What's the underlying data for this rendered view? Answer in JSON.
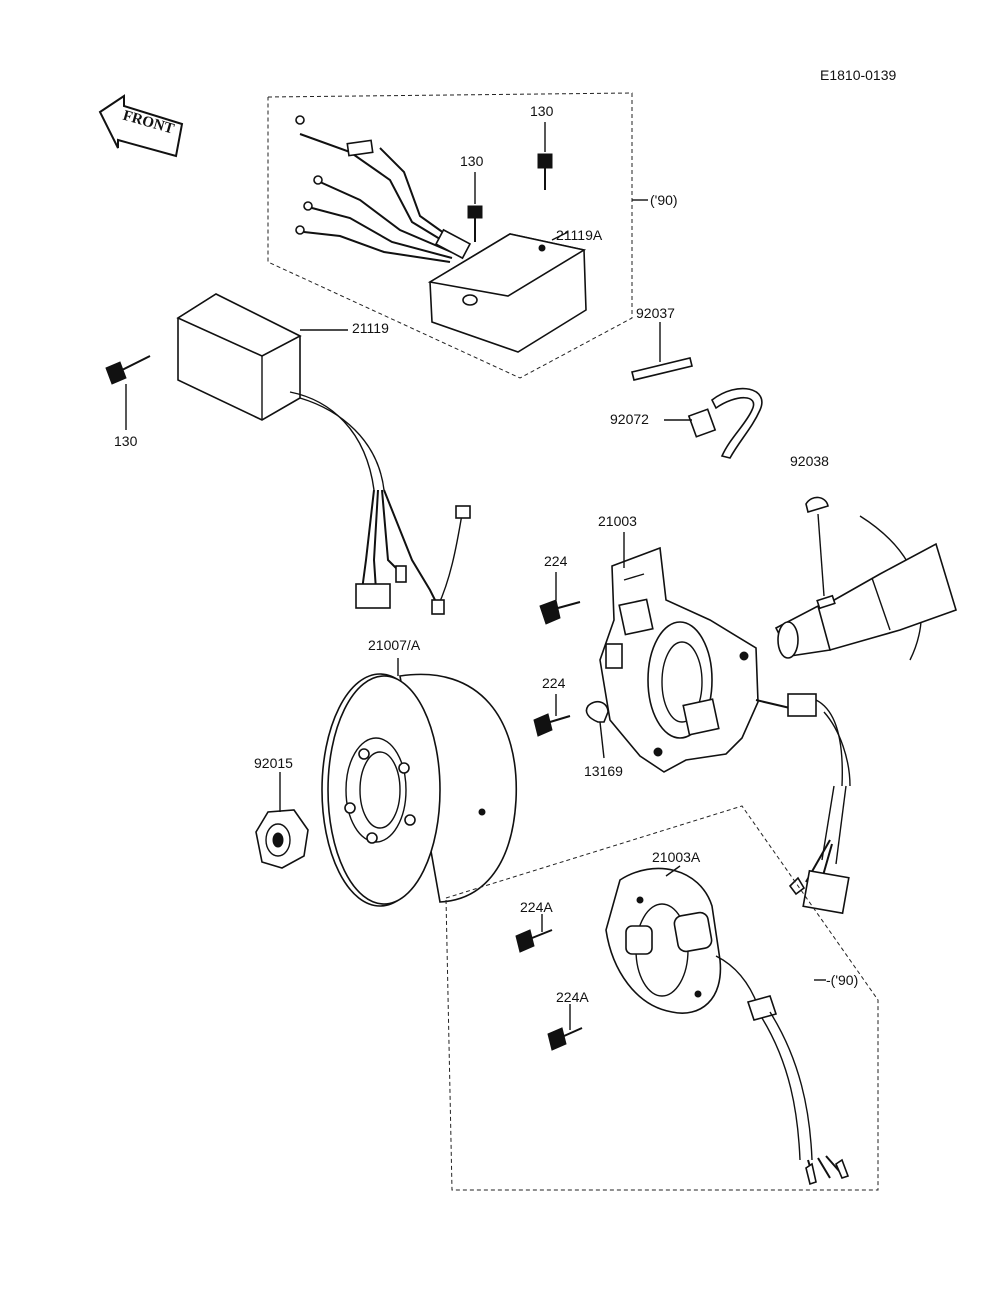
{
  "diagram_code": "E1810-0139",
  "front_label": "FRONT",
  "labels": {
    "bolt_130_a": "130",
    "bolt_130_b": "130",
    "bolt_130_c": "130",
    "year_90_a": "('90)",
    "cdi_21119A": "21119A",
    "cdi_21119": "21119",
    "strap_92037": "92037",
    "clamp_92072": "92072",
    "key_92038": "92038",
    "stator_21003": "21003",
    "screw_224_a": "224",
    "screw_224_b": "224",
    "flywheel_21007": "21007/A",
    "nut_92015": "92015",
    "terminal_13169": "13169",
    "stator_21003A": "21003A",
    "screw_224A_a": "224A",
    "screw_224A_b": "224A",
    "year_90_b": "-('90)"
  }
}
